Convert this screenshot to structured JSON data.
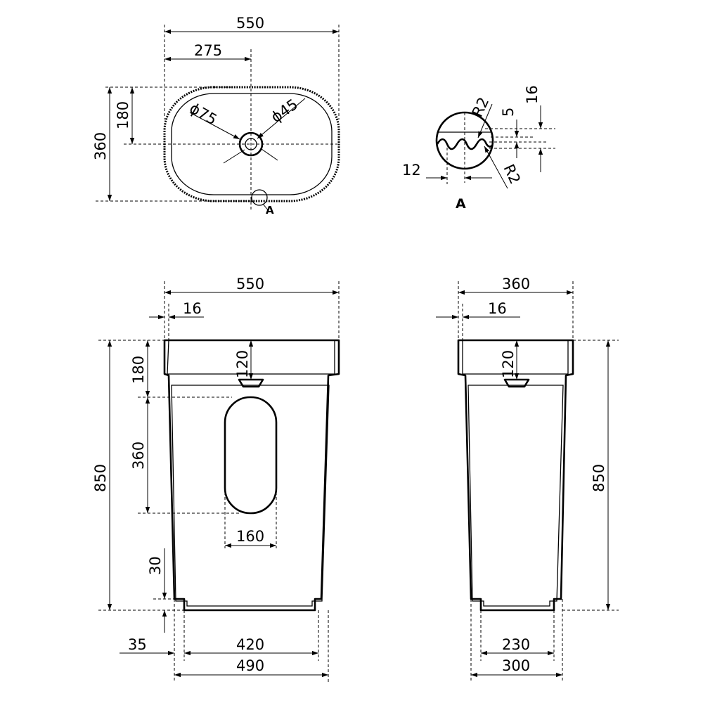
{
  "top_view": {
    "width": "550",
    "half_width": "275",
    "depth": "360",
    "half_depth": "180",
    "outer_diameter": "ϕ75",
    "inner_diameter": "ϕ45",
    "detail_marker": "A"
  },
  "detail_a": {
    "radius_top": "R2",
    "radius_bottom": "R2",
    "height_total": "16",
    "height_wave": "5",
    "offset": "12",
    "label": "A"
  },
  "front_view": {
    "width": "550",
    "wall": "16",
    "height": "850",
    "basin_depth": "120",
    "top_to_opening": "180",
    "opening_height": "360",
    "opening_width": "160",
    "base_step": "30",
    "base_offset": "35",
    "base_inner": "420",
    "base_outer": "490"
  },
  "side_view": {
    "width": "360",
    "wall": "16",
    "height": "850",
    "basin_depth": "120",
    "base_inner": "230",
    "base_outer": "300"
  }
}
